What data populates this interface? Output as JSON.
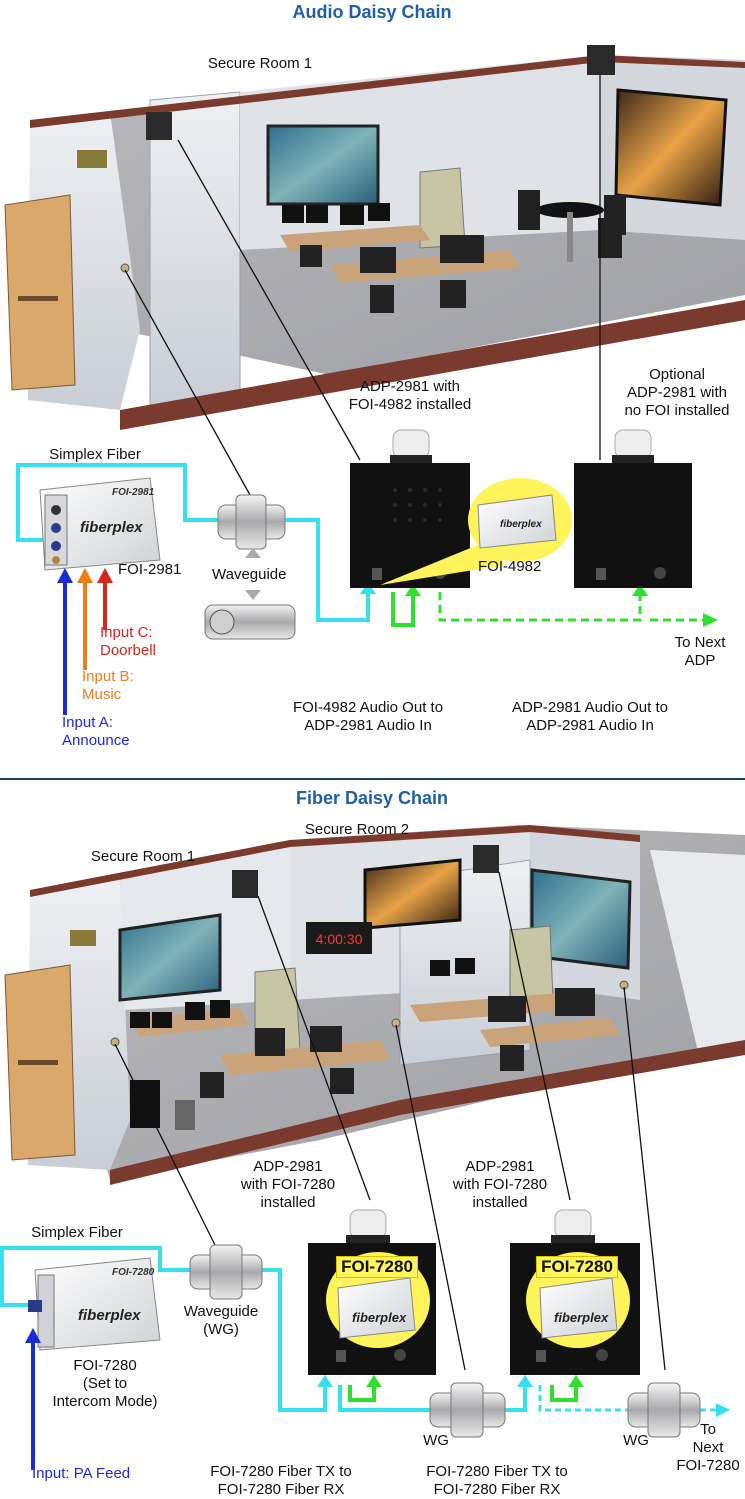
{
  "audio_chain": {
    "title": "Audio Daisy Chain",
    "secure_room_1": "Secure Room 1",
    "simplex_fiber": "Simplex Fiber",
    "foi_2981": "FOI-2981",
    "waveguide": "Waveguide",
    "adp_main_line1": "ADP-2981 with",
    "adp_main_line2": "FOI-4982 installed",
    "adp_opt_line1": "Optional",
    "adp_opt_line2": "ADP-2981 with",
    "adp_opt_line3": "no FOI installed",
    "foi_4982": "FOI-4982",
    "to_next_line1": "To Next",
    "to_next_line2": "ADP",
    "input_c_line1": "Input C:",
    "input_c_line2": "Doorbell",
    "input_b_line1": "Input B:",
    "input_b_line2": "Music",
    "input_a_line1": "Input A:",
    "input_a_line2": "Announce",
    "out1_line1": "FOI-4982 Audio Out to",
    "out1_line2": "ADP-2981 Audio In",
    "out2_line1": "ADP-2981 Audio Out to",
    "out2_line2": "ADP-2981 Audio In",
    "device_brand": "fiberplex",
    "foi_2981_case_label": "FOI-2981"
  },
  "fiber_chain": {
    "title": "Fiber Daisy Chain",
    "secure_room_2": "Secure Room 2",
    "secure_room_1": "Secure Room 1",
    "simplex_fiber": "Simplex Fiber",
    "foi_7280_line1": "FOI-7280",
    "foi_7280_line2": "(Set to",
    "foi_7280_line3": "Intercom Mode)",
    "input_pa": "Input: PA Feed",
    "waveguide_line1": "Waveguide",
    "waveguide_line2": "(WG)",
    "adp_a_line1": "ADP-2981",
    "adp_a_line2": "with FOI-7280",
    "adp_a_line3": "installed",
    "adp_b_line1": "ADP-2981",
    "adp_b_line2": "with FOI-7280",
    "adp_b_line3": "installed",
    "chip_a": "FOI-7280",
    "chip_b": "FOI-7280",
    "wg_a": "WG",
    "wg_b": "WG",
    "to_next_line1": "To",
    "to_next_line2": "Next",
    "to_next_line3": "FOI-7280",
    "tx1_line1": "FOI-7280 Fiber TX to",
    "tx1_line2": "FOI-7280 Fiber RX",
    "tx2_line1": "FOI-7280 Fiber TX to",
    "tx2_line2": "FOI-7280 Fiber RX",
    "clock_text": "4:00:30",
    "device_brand": "fiberplex",
    "foi_7280_case_label": "FOI-7280"
  },
  "colors": {
    "title": "#1f5fa8",
    "fiber": "#36e0ef",
    "audio": "#2fe02f",
    "input_a": "#1a2bd6",
    "input_b": "#f07d18",
    "input_c": "#d8261b",
    "highlight": "#fff45a",
    "divider": "#1f3f6b"
  }
}
